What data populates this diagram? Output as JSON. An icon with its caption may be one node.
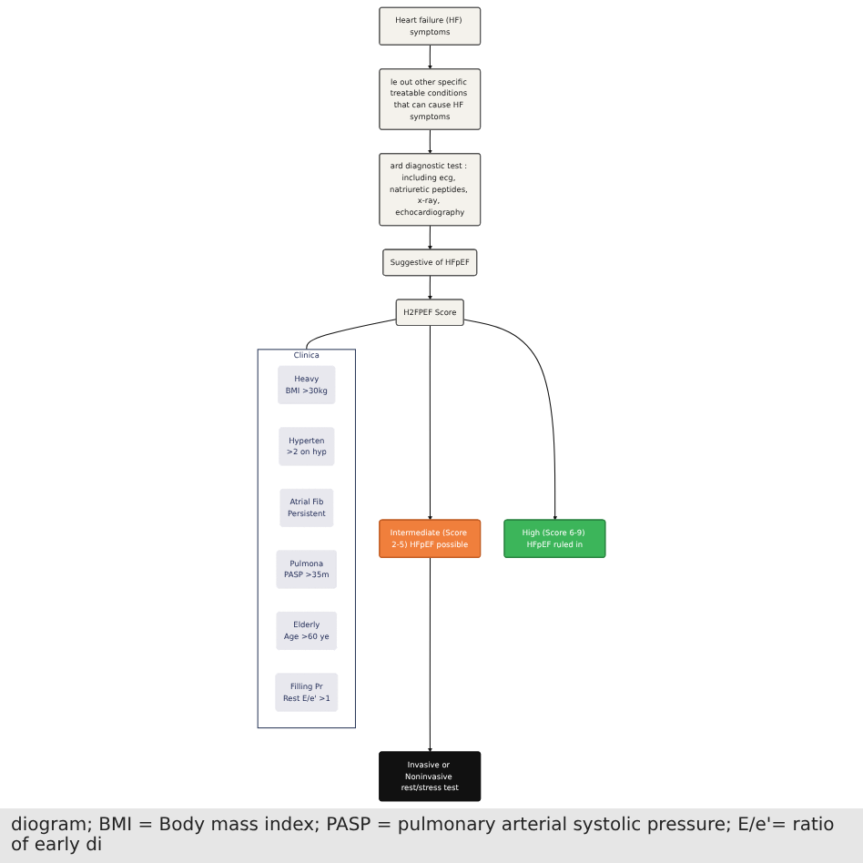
{
  "diagram": {
    "nodes": [
      {
        "text": [
          "Heart failure (HF) symptoms"
        ]
      },
      {
        "text": [
          "le out other specific treatable conditions that can cause HF symptoms"
        ]
      },
      {
        "text": [
          "ard diagnostic test : including ecg, natriuretic peptides, x-ray, echocardiography"
        ]
      },
      {
        "text": [
          "Suggestive of HFpEF"
        ]
      },
      {
        "text": [
          "H2FPEF Score"
        ]
      },
      {
        "text": [
          "Intermediate (Score 2-5) HFpEF possible"
        ]
      },
      {
        "text": [
          "High (Score 6-9) HFpEF ruled in"
        ]
      },
      {
        "text": [
          "Invasive or Noninvasive rest/stress test"
        ]
      },
      {
        "text": [
          "Clinica"
        ]
      },
      {
        "text": [
          "Heavy",
          "BMI >30kg"
        ],
        "in": 8
      },
      {
        "text": [
          "Hyperten",
          ">2 on hyp"
        ],
        "in": 8
      },
      {
        "text": [
          "Atrial Fib",
          "Persistent"
        ],
        "in": 8
      },
      {
        "text": [
          "Pulmona",
          "PASP >35m"
        ],
        "in": 8
      },
      {
        "text": [
          "Elderly",
          "Age >60 ye"
        ],
        "in": 8
      },
      {
        "text": [
          "Filling Pr",
          "Rest E/e' >1"
        ],
        "in": 8
      }
    ],
    "edges": [
      {
        "from": 0,
        "to": 1,
        "arrow": "to"
      },
      {
        "from": 1,
        "to": 2,
        "arrow": "to"
      },
      {
        "from": 2,
        "to": 3,
        "arrow": "to"
      },
      {
        "from": 3,
        "to": 4,
        "arrow": "to"
      },
      {
        "from": 4,
        "to": 5,
        "arrow": "to"
      },
      {
        "from": 4,
        "to": 6,
        "arrow": "to"
      },
      {
        "from": 5,
        "to": 7,
        "arrow": "to"
      },
      {
        "from": 4,
        "to": 8,
        "arrow": "none"
      }
    ],
    "caption": "diogram; BMI = Body mass index; PASP = pulmonary arterial systolic pressure; E/e'= ratio of early di"
  }
}
